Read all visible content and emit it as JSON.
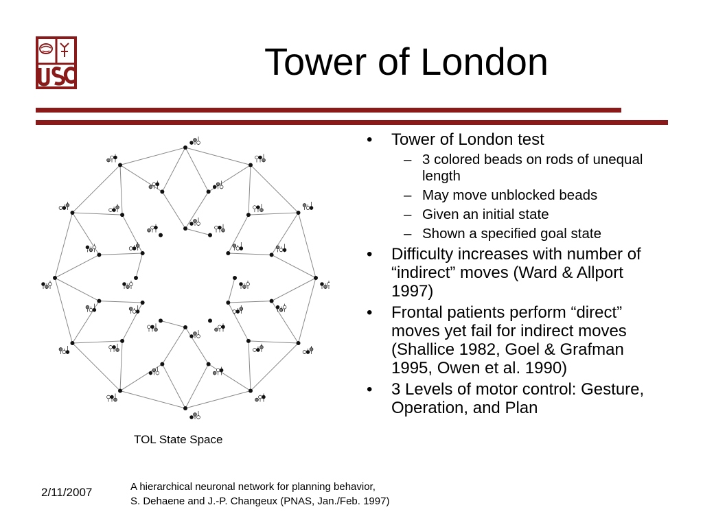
{
  "slide": {
    "title": "Tower of London",
    "logo_text": "USC",
    "caption": "TOL State Space",
    "date": "2/11/2007",
    "reference_line1": "A hierarchical neuronal network for planning behavior,",
    "reference_line2": "S. Dehaene and J.-P. Changeux (PNAS, Jan./Feb. 1997)",
    "accent_color": "#8a1a1a"
  },
  "bullets": [
    {
      "text": "Tower of London test",
      "sub": [
        "3 colored beads on rods of unequal length",
        "May move unblocked beads",
        "Given an initial state",
        "Shown a specified goal state"
      ]
    },
    {
      "text": "Difficulty increases with number of “indirect” moves (Ward & Allport 1997)",
      "sub": []
    },
    {
      "text": "Frontal patients perform “direct” moves yet fail for indirect moves (Shallice 1982, Goel & Grafman 1995, Owen et al. 1990)",
      "sub": []
    },
    {
      "text": "3 Levels of motor control: Gesture, Operation, and Plan",
      "sub": []
    }
  ],
  "bullet_glyph": "•",
  "dash_glyph": "–",
  "graph": {
    "node_count": 36,
    "icon": "tol-state-icon"
  }
}
